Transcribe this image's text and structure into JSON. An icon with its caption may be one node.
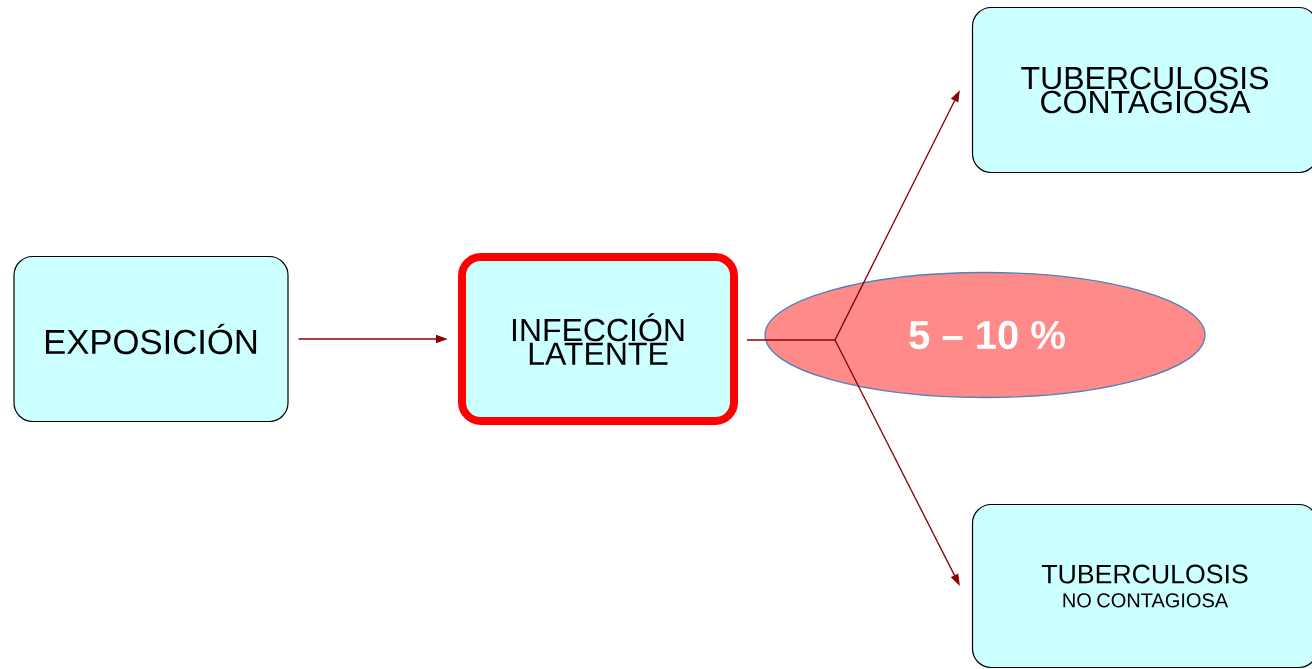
{
  "diagram": {
    "nodes": [
      {
        "text": [
          "EXPOSICIÓN"
        ]
      },
      {
        "text": [
          "INFECCIÓN LATENTE"
        ]
      },
      {
        "text": [
          "5 – 10 %"
        ]
      },
      {
        "text": [
          "TUBERCULOSIS CONTAGIOSA"
        ]
      },
      {
        "text": [
          "TUBERCULOSIS",
          "NO CONTAGIOSA"
        ]
      }
    ],
    "edges": [
      {
        "from": 0,
        "to": 1,
        "arrow": "to"
      },
      {
        "from": 1,
        "to": 2,
        "arrow": "none"
      },
      {
        "from": 2,
        "to": 3,
        "arrow": "to"
      },
      {
        "from": 2,
        "to": 4,
        "arrow": "to"
      }
    ]
  }
}
